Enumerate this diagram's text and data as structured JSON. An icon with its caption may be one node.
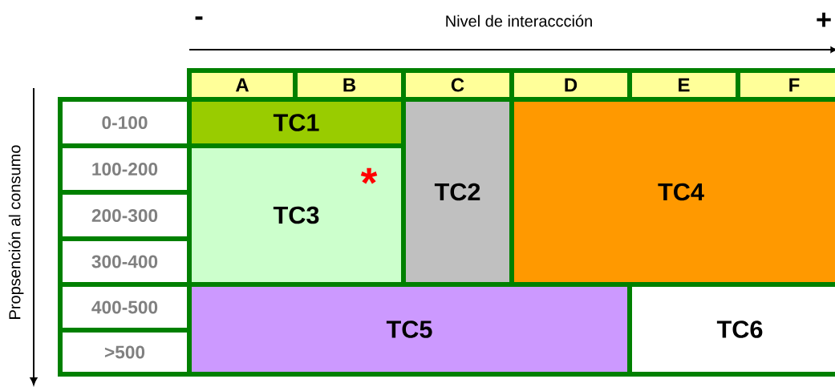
{
  "diagram": {
    "nodes": [
      {
        "text": [
          "A"
        ]
      },
      {
        "text": [
          "B"
        ]
      },
      {
        "text": [
          "C"
        ]
      },
      {
        "text": [
          "D"
        ]
      },
      {
        "text": [
          "E"
        ]
      },
      {
        "text": [
          "F"
        ]
      },
      {
        "text": [
          "0-100"
        ]
      },
      {
        "text": [
          "100-200"
        ]
      },
      {
        "text": [
          "200-300"
        ]
      },
      {
        "text": [
          "300-400"
        ]
      },
      {
        "text": [
          "400-500"
        ]
      },
      {
        "text": [
          ">500"
        ]
      },
      {
        "text": [
          "TC1"
        ]
      },
      {
        "text": [
          "TC2"
        ]
      },
      {
        "text": [
          "TC3"
        ]
      },
      {
        "text": [
          "TC4"
        ]
      },
      {
        "text": [
          "TC5"
        ]
      },
      {
        "text": [
          "TC6"
        ]
      }
    ],
    "labels": [
      "-",
      "Nivel de interaccción",
      "+",
      "Propsención al consumo",
      "*"
    ]
  }
}
